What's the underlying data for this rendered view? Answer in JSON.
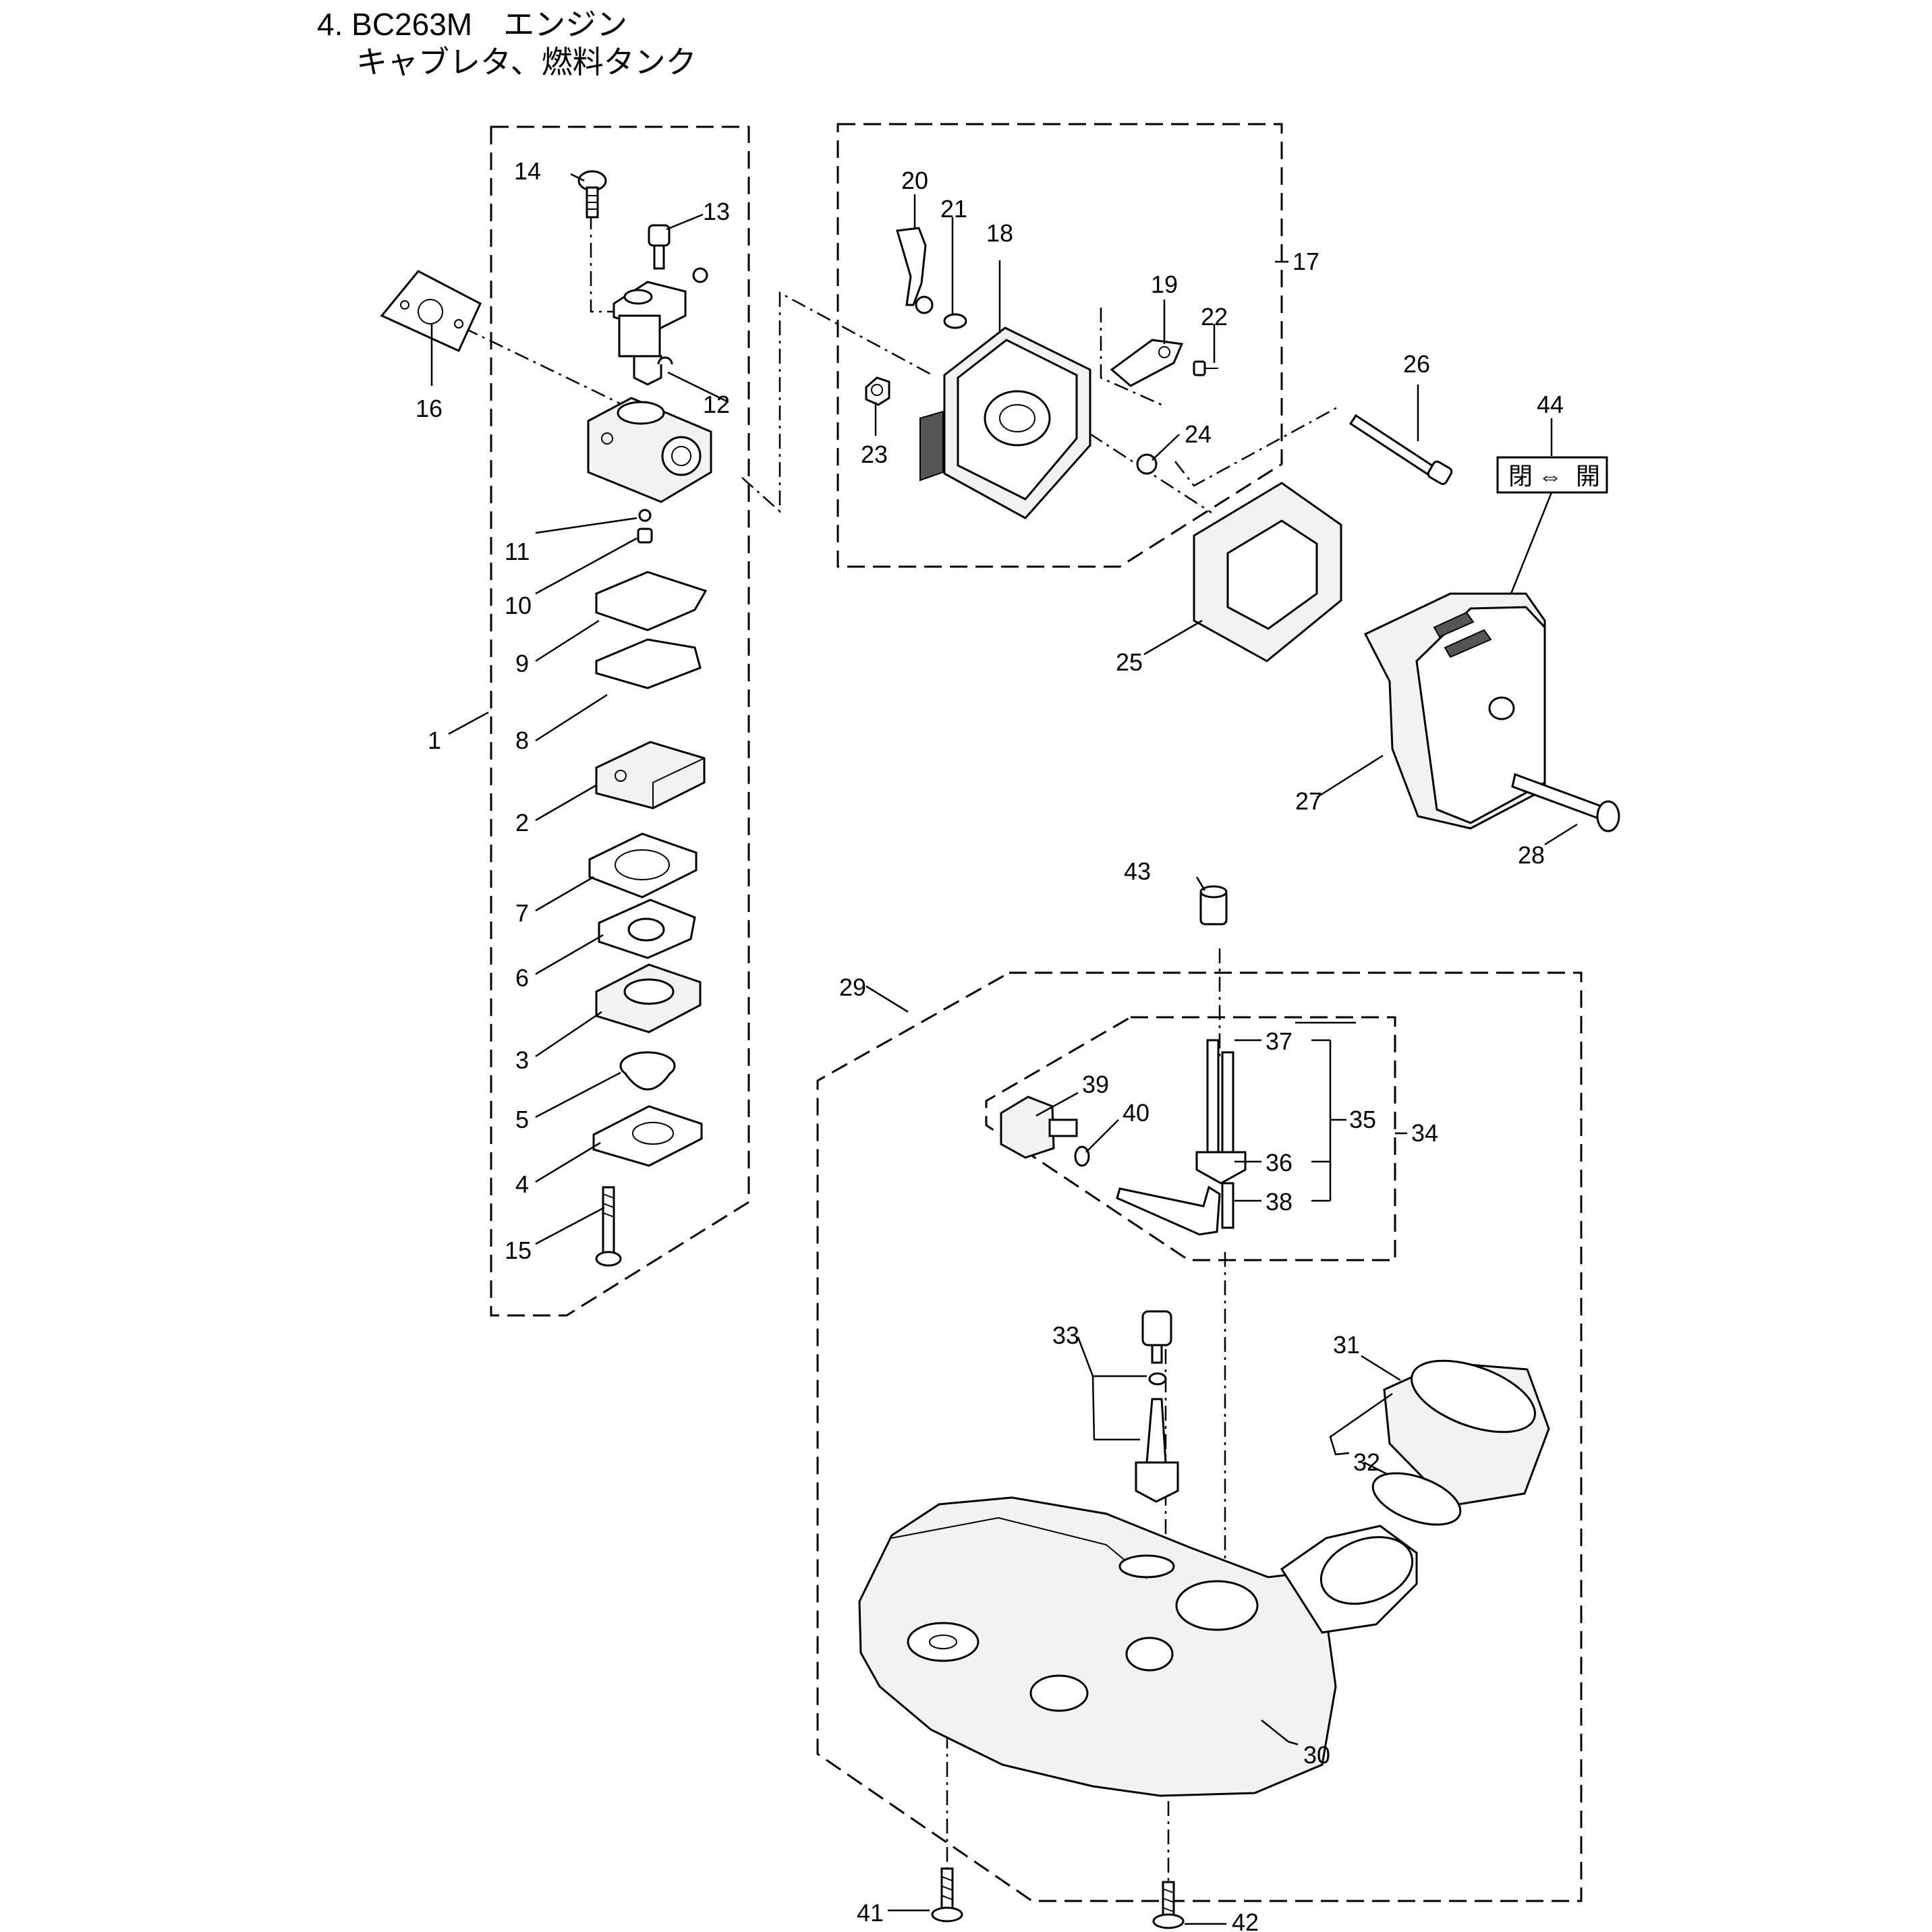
{
  "title": {
    "line1": "4. BC263M　エンジン",
    "line2": "キャブレタ、燃料タンク"
  },
  "callouts": {
    "c1": "1",
    "c2": "2",
    "c3": "3",
    "c4": "4",
    "c5": "5",
    "c6": "6",
    "c7": "7",
    "c8": "8",
    "c9": "9",
    "c10": "10",
    "c11": "11",
    "c12": "12",
    "c13": "13",
    "c14": "14",
    "c15": "15",
    "c16": "16",
    "c17": "17",
    "c18": "18",
    "c19": "19",
    "c20": "20",
    "c21": "21",
    "c22": "22",
    "c23": "23",
    "c24": "24",
    "c25": "25",
    "c26": "26",
    "c27": "27",
    "c28": "28",
    "c29": "29",
    "c30": "30",
    "c31": "31",
    "c32": "32",
    "c33": "33",
    "c34": "34",
    "c35": "35",
    "c36": "36",
    "c37": "37",
    "c38": "38",
    "c39": "39",
    "c40": "40",
    "c41": "41",
    "c42": "42",
    "c43": "43",
    "c44": "44"
  },
  "label44": {
    "left": "閉",
    "arrow": "⇔",
    "right": "開"
  }
}
